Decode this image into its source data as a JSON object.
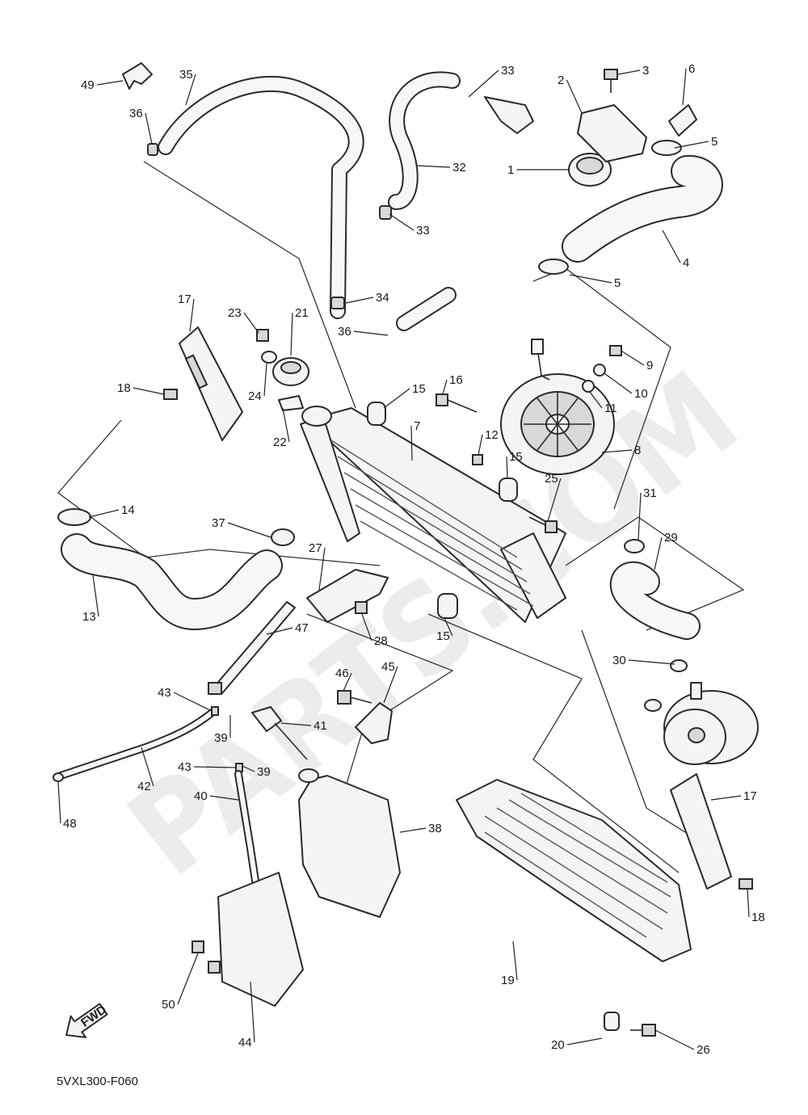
{
  "diagram": {
    "drawing_code": "5VXL300-F060",
    "direction_marker": "FWD",
    "watermark": "PARTS.COM",
    "callouts": [
      {
        "id": "c1",
        "label": "1"
      },
      {
        "id": "c2",
        "label": "2"
      },
      {
        "id": "c3",
        "label": "3"
      },
      {
        "id": "c4",
        "label": "4"
      },
      {
        "id": "c5a",
        "label": "5"
      },
      {
        "id": "c5b",
        "label": "5"
      },
      {
        "id": "c6",
        "label": "6"
      },
      {
        "id": "c7",
        "label": "7"
      },
      {
        "id": "c8",
        "label": "8"
      },
      {
        "id": "c9",
        "label": "9"
      },
      {
        "id": "c10",
        "label": "10"
      },
      {
        "id": "c11",
        "label": "11"
      },
      {
        "id": "c12",
        "label": "12"
      },
      {
        "id": "c13",
        "label": "13"
      },
      {
        "id": "c14",
        "label": "14"
      },
      {
        "id": "c15a",
        "label": "15"
      },
      {
        "id": "c15b",
        "label": "15"
      },
      {
        "id": "c15c",
        "label": "15"
      },
      {
        "id": "c16",
        "label": "16"
      },
      {
        "id": "c17a",
        "label": "17"
      },
      {
        "id": "c17b",
        "label": "17"
      },
      {
        "id": "c18a",
        "label": "18"
      },
      {
        "id": "c18b",
        "label": "18"
      },
      {
        "id": "c19",
        "label": "19"
      },
      {
        "id": "c20",
        "label": "20"
      },
      {
        "id": "c21",
        "label": "21"
      },
      {
        "id": "c22",
        "label": "22"
      },
      {
        "id": "c23",
        "label": "23"
      },
      {
        "id": "c24",
        "label": "24"
      },
      {
        "id": "c25",
        "label": "25"
      },
      {
        "id": "c26",
        "label": "26"
      },
      {
        "id": "c27",
        "label": "27"
      },
      {
        "id": "c28",
        "label": "28"
      },
      {
        "id": "c29",
        "label": "29"
      },
      {
        "id": "c30",
        "label": "30"
      },
      {
        "id": "c31",
        "label": "31"
      },
      {
        "id": "c32",
        "label": "32"
      },
      {
        "id": "c33a",
        "label": "33"
      },
      {
        "id": "c33b",
        "label": "33"
      },
      {
        "id": "c34",
        "label": "34"
      },
      {
        "id": "c35",
        "label": "35"
      },
      {
        "id": "c36a",
        "label": "36"
      },
      {
        "id": "c36b",
        "label": "36"
      },
      {
        "id": "c37",
        "label": "37"
      },
      {
        "id": "c38",
        "label": "38"
      },
      {
        "id": "c39a",
        "label": "39"
      },
      {
        "id": "c39b",
        "label": "39"
      },
      {
        "id": "c40",
        "label": "40"
      },
      {
        "id": "c41",
        "label": "41"
      },
      {
        "id": "c42",
        "label": "42"
      },
      {
        "id": "c43a",
        "label": "43"
      },
      {
        "id": "c43b",
        "label": "43"
      },
      {
        "id": "c44",
        "label": "44"
      },
      {
        "id": "c45",
        "label": "45"
      },
      {
        "id": "c46",
        "label": "46"
      },
      {
        "id": "c47",
        "label": "47"
      },
      {
        "id": "c48",
        "label": "48"
      },
      {
        "id": "c49",
        "label": "49"
      },
      {
        "id": "c50",
        "label": "50"
      }
    ]
  }
}
